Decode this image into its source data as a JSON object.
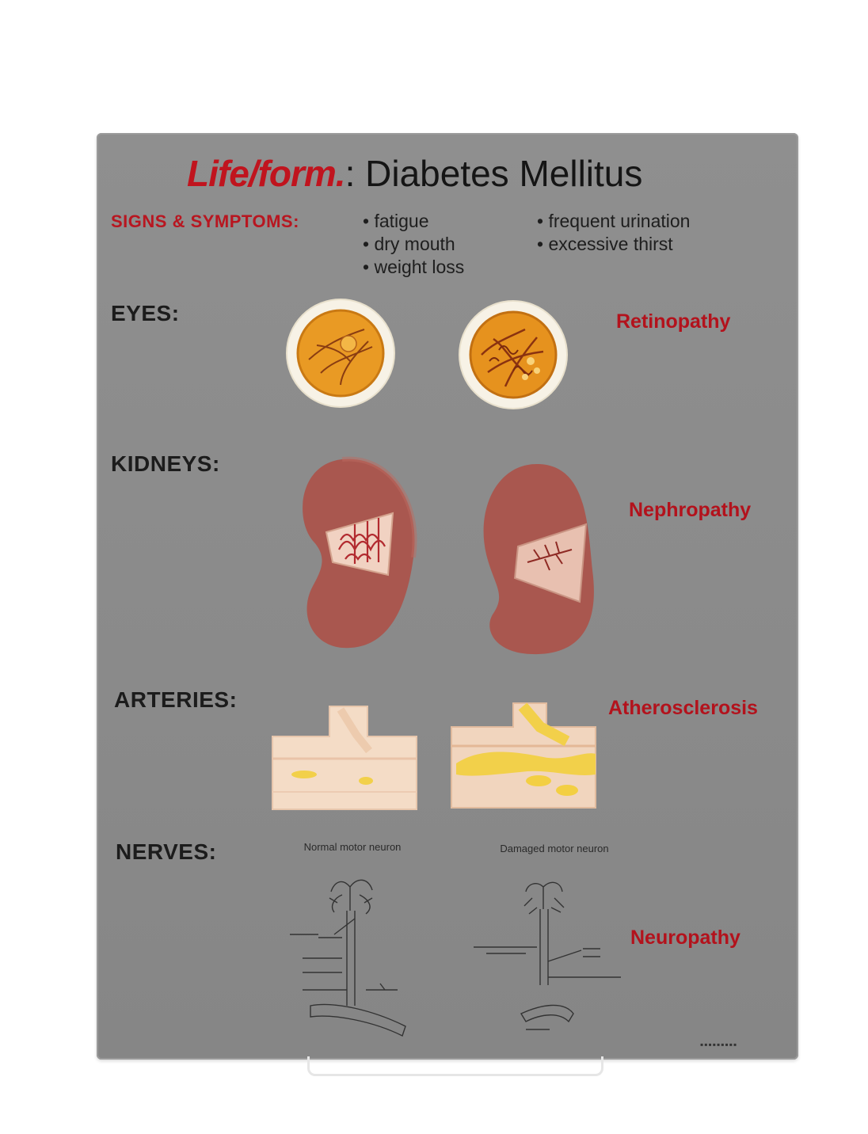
{
  "title": {
    "brand": "Life/form.",
    "separator": ":",
    "main": "Diabetes Mellitus"
  },
  "symptoms": {
    "label": "SIGNS & SYMPTOMS:",
    "items": [
      "fatigue",
      "dry mouth",
      "weight loss",
      "frequent urination",
      "excessive thirst"
    ]
  },
  "sections": {
    "eyes": {
      "label": "EYES:",
      "condition": "Retinopathy"
    },
    "kidneys": {
      "label": "KIDNEYS:",
      "condition": "Nephropathy"
    },
    "arteries": {
      "label": "ARTERIES:",
      "condition": "Atherosclerosis"
    },
    "nerves": {
      "label": "NERVES:",
      "condition": "Neuropathy",
      "left_caption": "Normal motor neuron",
      "right_caption": "Damaged motor neuron"
    }
  },
  "colors": {
    "board": "#8c8c8c",
    "brand_red": "#c0141e",
    "eye_orange": "#e79a22",
    "kidney": "#a9574f",
    "artery": "#f4d9c2",
    "plaque": "#f2d04a"
  }
}
